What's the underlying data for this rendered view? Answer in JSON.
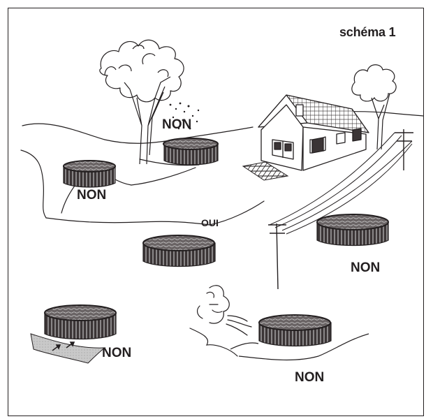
{
  "diagram": {
    "title": "schéma 1",
    "scenes": [
      {
        "id": "under-trees",
        "verdict": "NON"
      },
      {
        "id": "uneven-ground",
        "verdict": "NON"
      },
      {
        "id": "open-flat-ground",
        "verdict": "OUI"
      },
      {
        "id": "under-power-lines",
        "verdict": "NON"
      },
      {
        "id": "on-slope",
        "verdict": "NON"
      },
      {
        "id": "windy-hollow",
        "verdict": "NON"
      }
    ]
  }
}
